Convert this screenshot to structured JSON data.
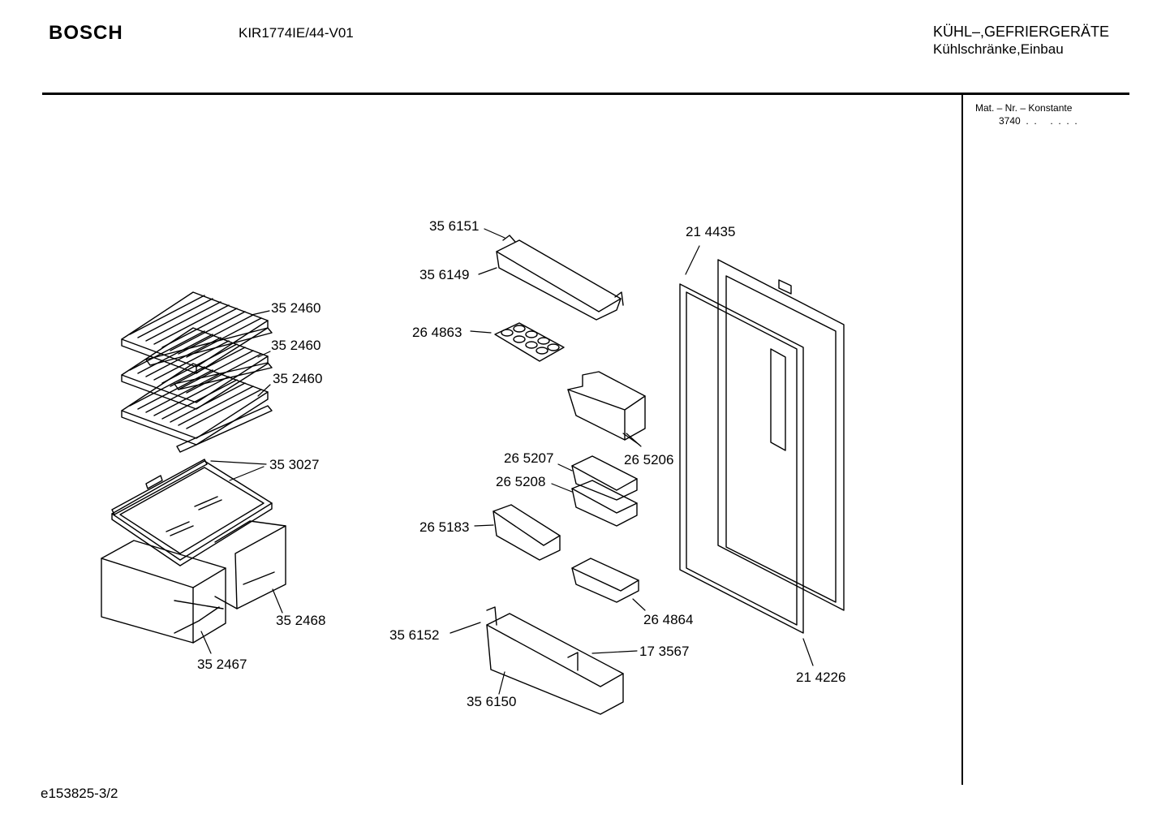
{
  "header": {
    "brand": "BOSCH",
    "model": "KIR1774IE/44-V01",
    "category_line1": "KÜHL–,GEFRIERGERÄTE",
    "category_line2": "Kühlschränke,Einbau"
  },
  "sidebar": {
    "constant_label": "Mat. – Nr. – Konstante",
    "constant_value": "3740  .  .     .  .  .  ."
  },
  "parts": [
    "35 2460",
    "35 2460",
    "35 2460",
    "35 3027",
    "35 2468",
    "35 2467",
    "35 6151",
    "35 6149",
    "26 4863",
    "26 5206",
    "26 5207",
    "26 5208",
    "26 5183",
    "26 4864",
    "35 6152",
    "17 3567",
    "35 6150",
    "21 4435",
    "21 4226"
  ],
  "footer": {
    "code": "e153825-3/2"
  }
}
